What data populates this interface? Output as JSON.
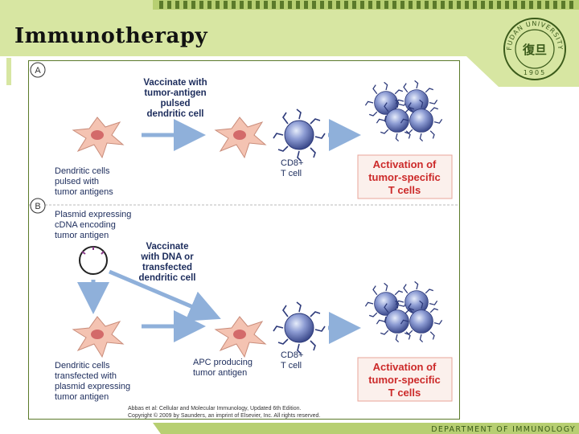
{
  "slide": {
    "title": "Immunotherapy",
    "footer": "DEPARTMENT OF IMMUNOLOGY",
    "logo": {
      "ring_text": "FUDAN UNIVERSITY",
      "year": "1905",
      "center_glyph": "復旦"
    }
  },
  "figure": {
    "panel_a": {
      "label": "A",
      "vaccinate": [
        "Vaccinate with",
        "tumor-antigen",
        "pulsed",
        "dendritic cell"
      ],
      "cells_label": [
        "Dendritic cells",
        "pulsed with",
        "tumor antigens"
      ],
      "cd8_label": [
        "CD8+",
        "T cell"
      ],
      "activation": [
        "Activation of",
        "tumor-specific",
        "T cells"
      ]
    },
    "panel_b": {
      "label": "B",
      "plasmid": [
        "Plasmid expressing",
        "cDNA encoding",
        "tumor antigen"
      ],
      "vaccinate": [
        "Vaccinate",
        "with DNA or",
        "transfected",
        "dendritic cell"
      ],
      "cells_label": [
        "Dendritic cells",
        "transfected  with",
        "plasmid expressing",
        "tumor antigen"
      ],
      "apc_label": [
        "APC producing",
        "tumor antigen"
      ],
      "cd8_label": [
        "CD8+",
        "T cell"
      ],
      "activation": [
        "Activation of",
        "tumor-specific",
        "T cells"
      ]
    },
    "citation": [
      "Abbas et al: Cellular and Molecular Immunology, Updated 6th Edition.",
      "Copyright © 2009 by Saunders, an imprint of Elsevier, Inc. All rights reserved."
    ]
  },
  "colors": {
    "banner_green": "#d7e6a2",
    "accent_green": "#5b7a2a",
    "footer_band": "#b7cf72",
    "cell_pink": "#f4c3b2",
    "t_cell_blue": "#7f8fc8",
    "activation_red": "#cc2a2a",
    "arrow_blue": "#8fb0da",
    "text_navy": "#1c2c5c"
  }
}
